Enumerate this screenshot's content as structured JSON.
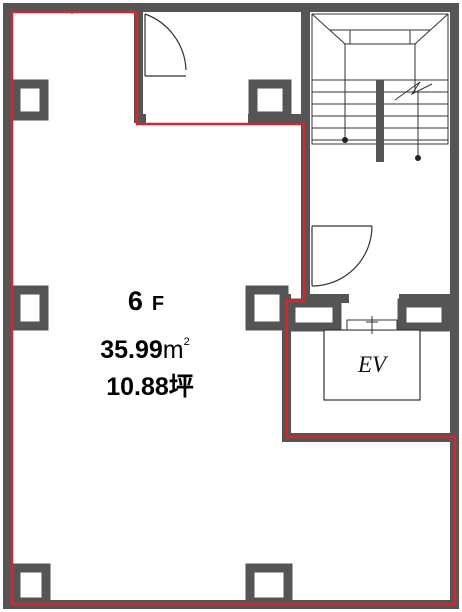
{
  "floor": {
    "level_number": "6",
    "level_suffix": "F",
    "area_value": "35.99",
    "area_unit": "m",
    "area_superscript": "2",
    "tsubo_value": "10.88",
    "tsubo_unit": "坪"
  },
  "elevator": {
    "label": "EV"
  },
  "colors": {
    "wall": "#555555",
    "tenant_outline": "#d7262a",
    "thin_line": "#333333"
  }
}
